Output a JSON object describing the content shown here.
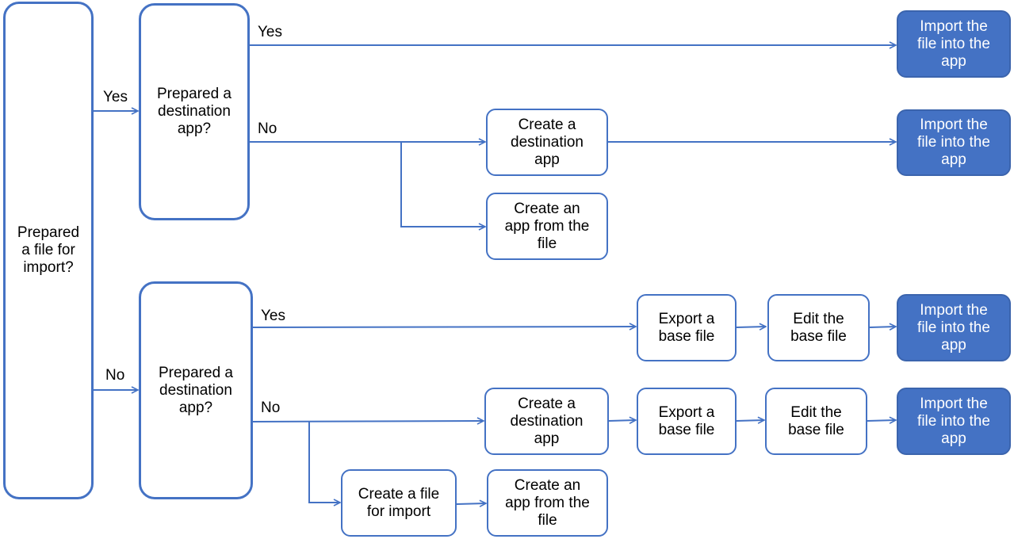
{
  "decisions": {
    "root": "Prepared\na file for\nimport?",
    "top": "Prepared a\ndestination\napp?",
    "bottom": "Prepared a\ndestination\napp?"
  },
  "labels": {
    "root_yes": "Yes",
    "root_no": "No",
    "top_yes": "Yes",
    "top_no": "No",
    "bottom_yes": "Yes",
    "bottom_no": "No"
  },
  "steps": {
    "import_1": "Import the\nfile into the\napp",
    "create_dest_1": "Create a\ndestination\napp",
    "import_2": "Import the\nfile into the\napp",
    "create_from_file_1": "Create an\napp from the\nfile",
    "export_1": "Export a\nbase file",
    "edit_1": "Edit the\nbase file",
    "import_3": "Import the\nfile into the\napp",
    "create_dest_2": "Create a\ndestination\napp",
    "export_2": "Export a\nbase file",
    "edit_2": "Edit the\nbase file",
    "import_4": "Import the\nfile into the\napp",
    "create_file_for_import": "Create a file\nfor import",
    "create_from_file_2": "Create an\napp from the\nfile"
  },
  "colors": {
    "line": "#4472C4",
    "accent_fill": "#4472C4",
    "accent_text": "#FFFFFF"
  }
}
